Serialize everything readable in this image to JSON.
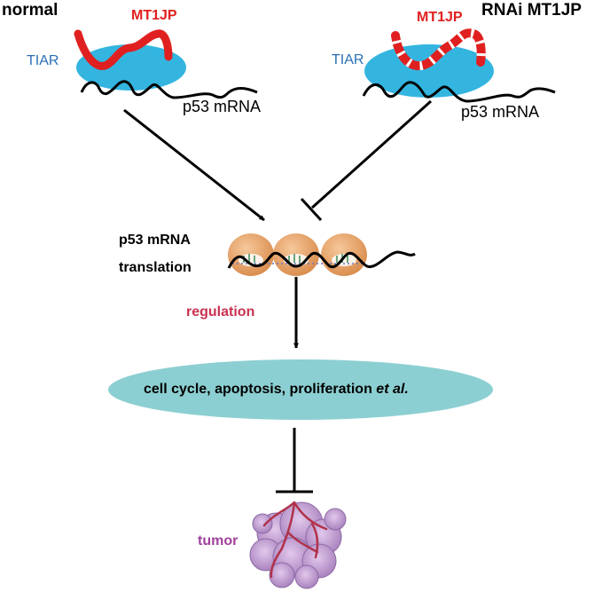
{
  "labels": {
    "normal": "normal",
    "rnai": "RNAi MT1JP",
    "mt1jp_left": "MT1JP",
    "mt1jp_right": "MT1JP",
    "tiar_left": "TIAR",
    "tiar_right": "TIAR",
    "p53_mrna_left": "p53 mRNA",
    "p53_mrna_right": "p53 mRNA",
    "translation_line1": "p53 mRNA",
    "translation_line2": "translation",
    "regulation": "regulation",
    "outcome_main": "cell cycle, apoptosis, proliferation ",
    "outcome_italic": "et al.",
    "tumor": "tumor"
  },
  "colors": {
    "tiar": "#33B5E0",
    "mt1jp": "#E02020",
    "outcome_ellipse": "#8CCFD2",
    "ribosome": "#E8A56A",
    "regulation_text": "#C83250",
    "tumor_text": "#A0409A",
    "tumor_body": "#C9A7D6",
    "tumor_vessel": "#B0324A"
  }
}
